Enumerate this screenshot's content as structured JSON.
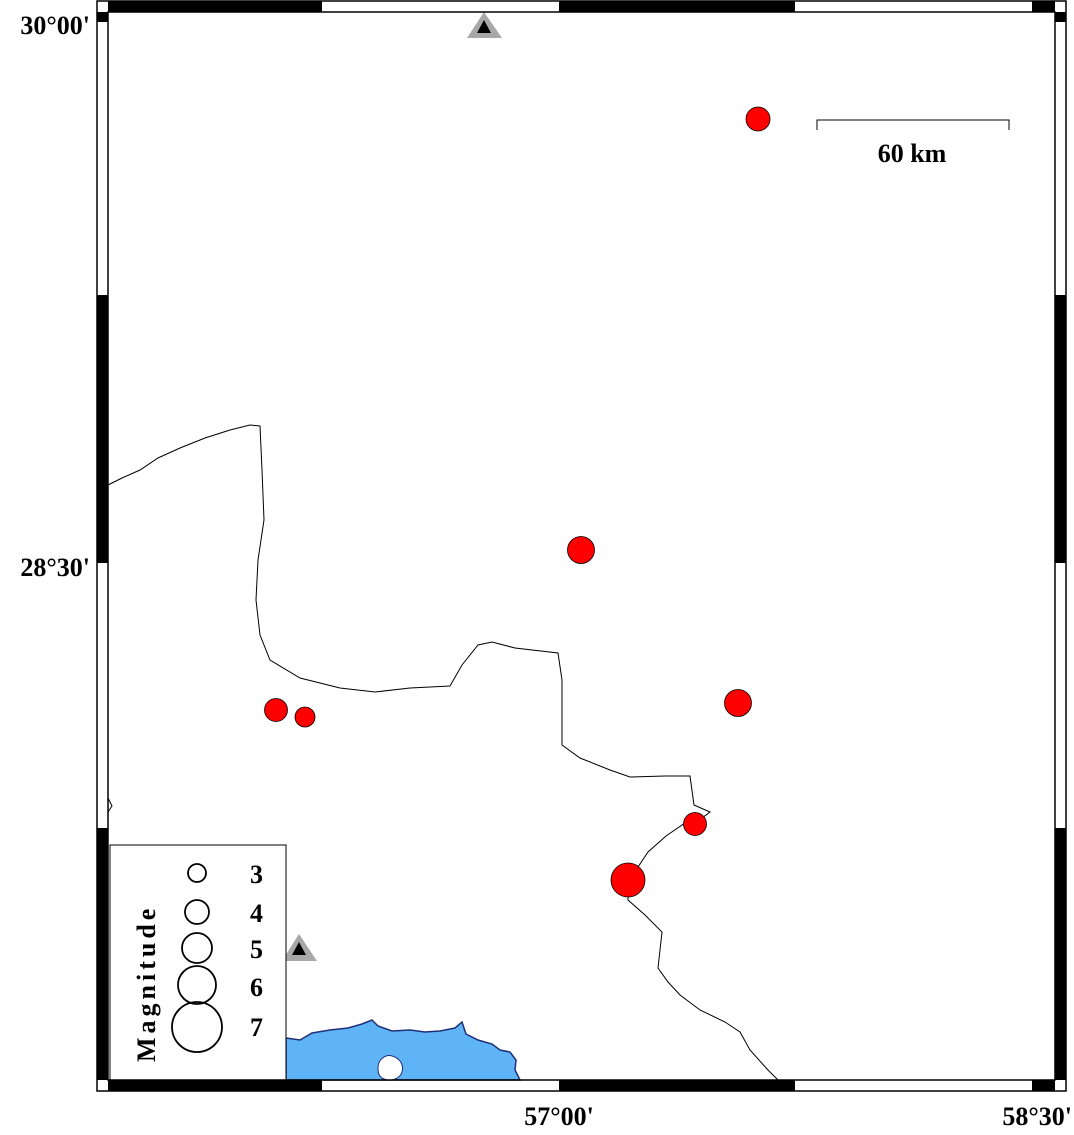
{
  "map": {
    "latitude_labels": [
      "30°00'",
      "28°30'"
    ],
    "longitude_labels": [
      "57°00'",
      "58°30'"
    ],
    "scale_bar": {
      "label": "60 km"
    },
    "colors": {
      "sea": "#5fb3f7",
      "sea_outline": "#1f2f7a",
      "event_fill": "#ff0000",
      "station_outer": "#a8a8a8",
      "station_inner": "#000000"
    },
    "earthquakes": [
      {
        "name": "event-ne"
      },
      {
        "name": "event-center"
      },
      {
        "name": "event-west-a"
      },
      {
        "name": "event-west-b"
      },
      {
        "name": "event-east"
      },
      {
        "name": "event-southeast"
      },
      {
        "name": "event-south"
      }
    ],
    "stations": [
      {
        "name": "station-north"
      },
      {
        "name": "station-southwest"
      }
    ]
  },
  "legend": {
    "title": "Magnitude",
    "entries": [
      {
        "label": "3"
      },
      {
        "label": "4"
      },
      {
        "label": "5"
      },
      {
        "label": "6"
      },
      {
        "label": "7"
      }
    ]
  }
}
